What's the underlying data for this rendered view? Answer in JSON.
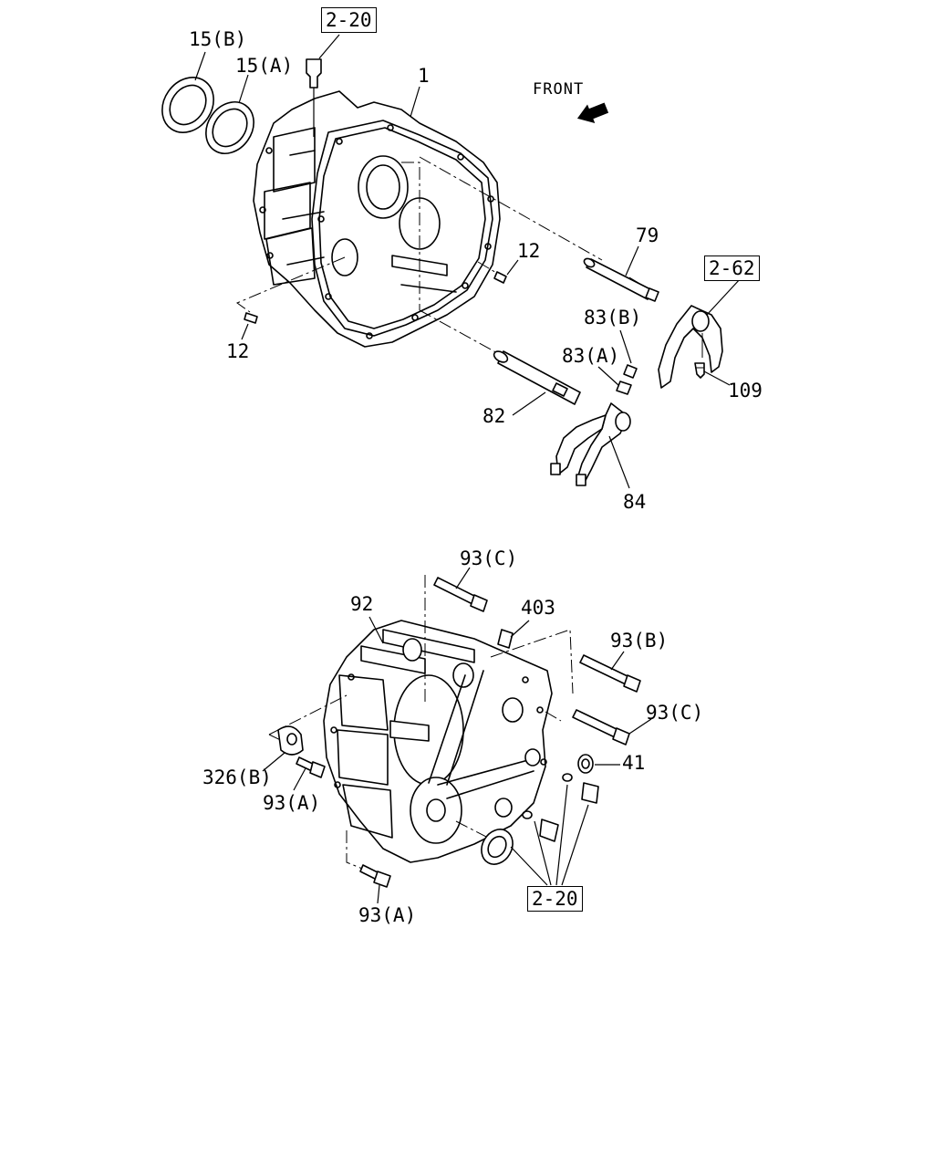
{
  "diagram": {
    "front_label": "FRONT",
    "callouts": {
      "c_2_20_top": "2-20",
      "c_15b": "15(B)",
      "c_15a": "15(A)",
      "c_1": "1",
      "c_12_right": "12",
      "c_12_left": "12",
      "c_79": "79",
      "c_2_62": "2-62",
      "c_83b": "83(B)",
      "c_83a": "83(A)",
      "c_109": "109",
      "c_82": "82",
      "c_84": "84",
      "c_93c_top": "93(C)",
      "c_92": "92",
      "c_403": "403",
      "c_93b": "93(B)",
      "c_93c_right": "93(C)",
      "c_41": "41",
      "c_326b": "326(B)",
      "c_93a_left": "93(A)",
      "c_93a_bottom": "93(A)",
      "c_2_20_bottom": "2-20"
    }
  }
}
